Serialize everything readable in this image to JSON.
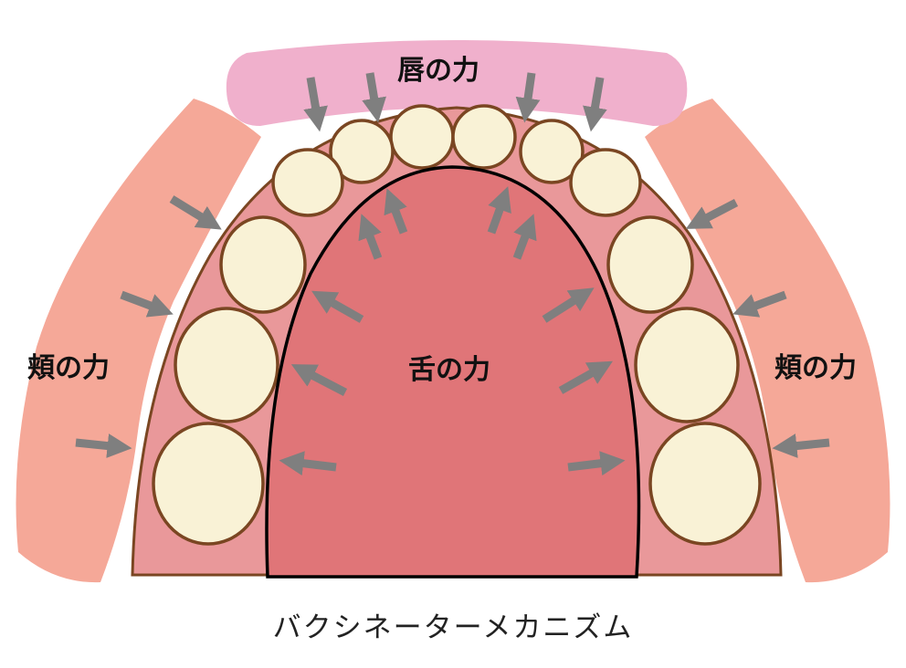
{
  "labels": {
    "lip": "唇の力",
    "cheek_left": "頬の力",
    "cheek_right": "頬の力",
    "tongue": "舌の力"
  },
  "caption": "バクシネーターメカニズム",
  "colors": {
    "lip": "#f0b0cc",
    "cheek": "#f5a898",
    "gum": "#e9989a",
    "tongue": "#e07578",
    "tooth": "#f9f2d6",
    "tooth_outline": "#7a4622",
    "arrow": "#7f7f7f"
  }
}
